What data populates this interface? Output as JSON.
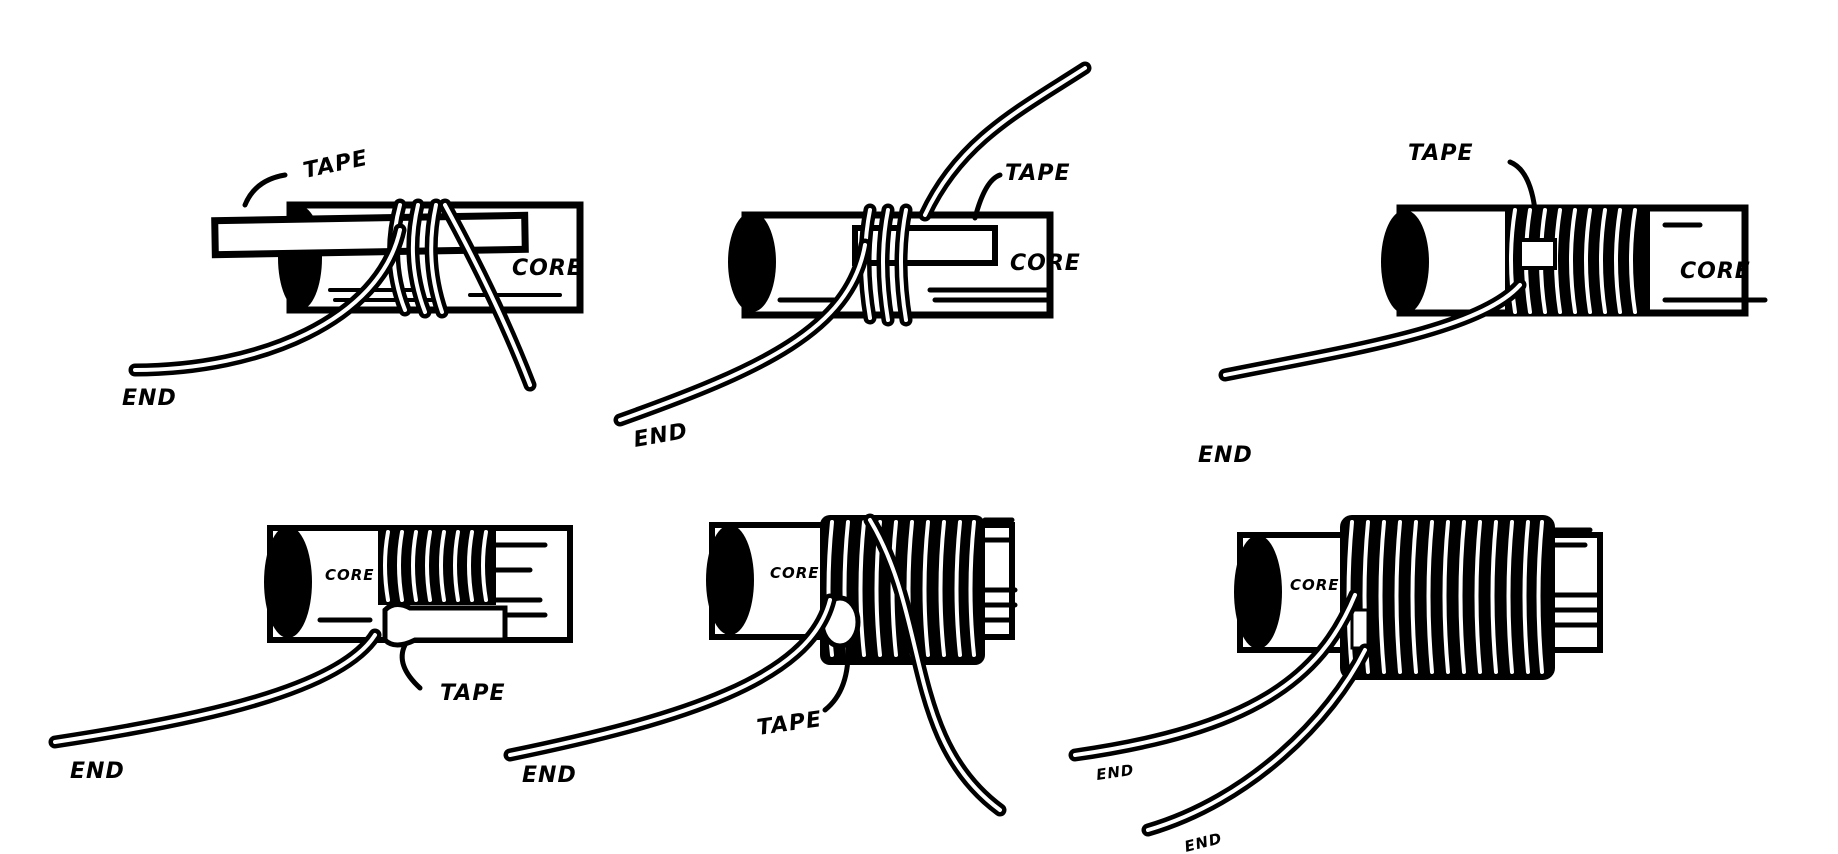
{
  "figure": {
    "description": "Six-step illustration of starting and finishing a coil winding on a core using a tape to anchor the wire ends",
    "background": "#ffffff",
    "ink": "#000000"
  },
  "panels": [
    {
      "id": 1,
      "labels": {
        "tape": "TAPE",
        "core": "CORE",
        "end": "END"
      }
    },
    {
      "id": 2,
      "labels": {
        "tape": "TAPE",
        "core": "CORE",
        "end": "END"
      }
    },
    {
      "id": 3,
      "labels": {
        "tape": "TAPE",
        "core": "CORE",
        "end": "END"
      }
    },
    {
      "id": 4,
      "labels": {
        "tape": "TAPE",
        "core": "CORE",
        "end": "END"
      }
    },
    {
      "id": 5,
      "labels": {
        "tape": "TAPE",
        "core": "CORE",
        "end": "END"
      }
    },
    {
      "id": 6,
      "labels": {
        "core": "CORE",
        "end_1": "END",
        "end_2": "END"
      }
    }
  ]
}
